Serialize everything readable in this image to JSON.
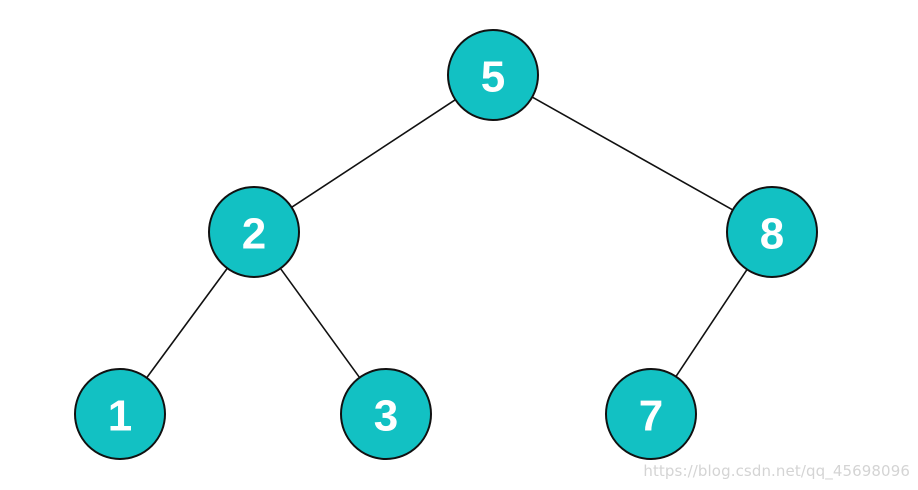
{
  "diagram": {
    "type": "binary-tree",
    "colors": {
      "node_fill": "#12c1c3",
      "node_stroke": "#111111",
      "label": "#ffffff",
      "edge": "#111111"
    },
    "nodes": [
      {
        "id": "n5",
        "label": "5"
      },
      {
        "id": "n2",
        "label": "2"
      },
      {
        "id": "n8",
        "label": "8"
      },
      {
        "id": "n1",
        "label": "1"
      },
      {
        "id": "n3",
        "label": "3"
      },
      {
        "id": "n7",
        "label": "7"
      }
    ],
    "edges": [
      {
        "from": "n5",
        "to": "n2"
      },
      {
        "from": "n5",
        "to": "n8"
      },
      {
        "from": "n2",
        "to": "n1"
      },
      {
        "from": "n2",
        "to": "n3"
      },
      {
        "from": "n8",
        "to": "n7"
      }
    ]
  },
  "watermark": "https://blog.csdn.net/qq_45698096"
}
